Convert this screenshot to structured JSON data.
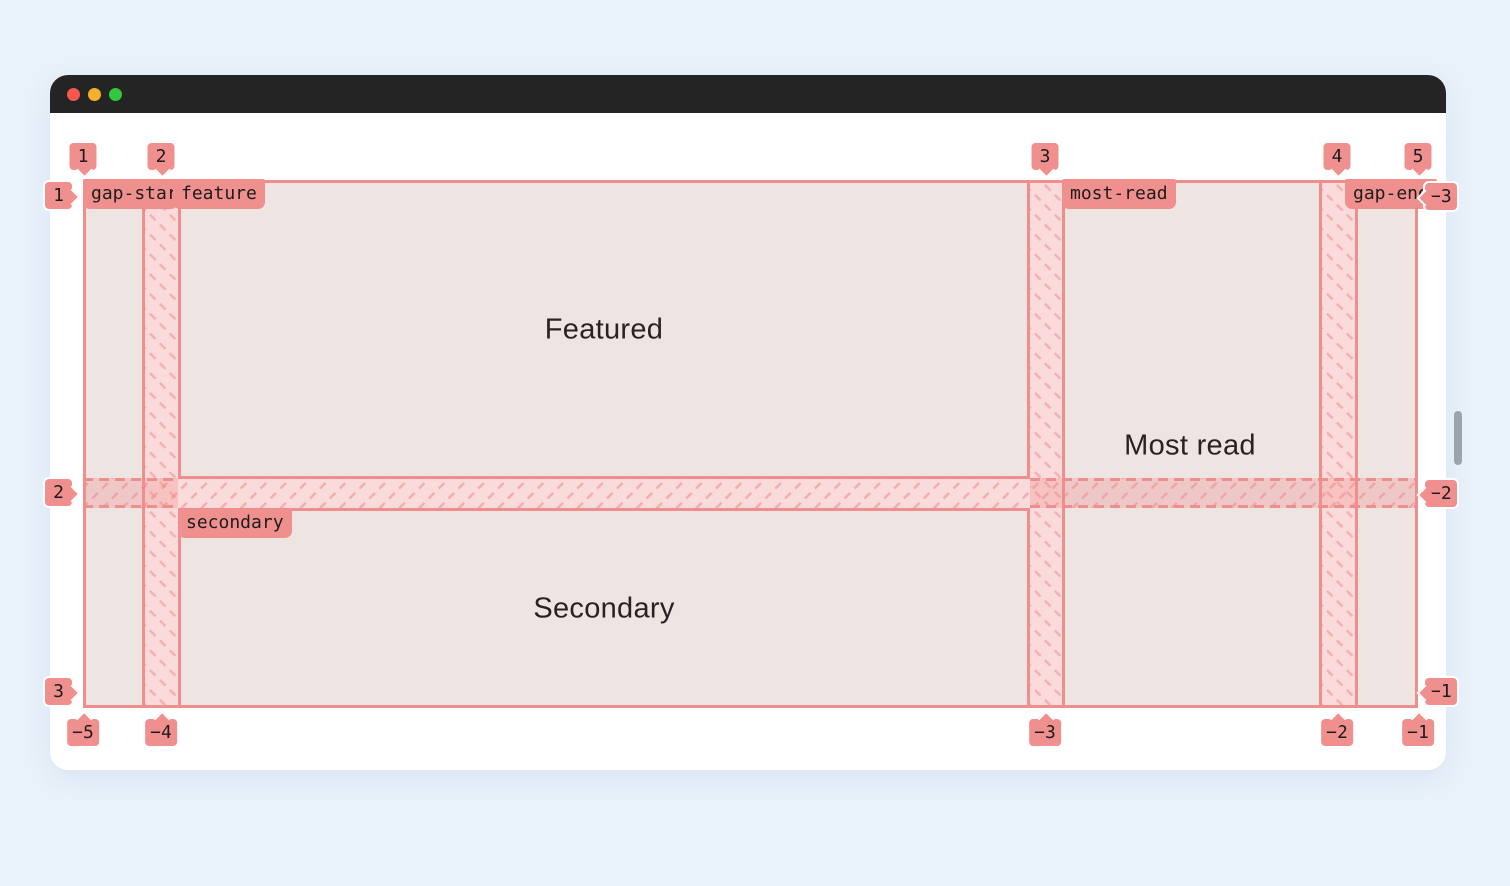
{
  "window": {
    "traffic_lights": [
      {
        "name": "close",
        "color": "#f4584f"
      },
      {
        "name": "minimize",
        "color": "#f5b02b"
      },
      {
        "name": "maximize",
        "color": "#33c63f"
      }
    ],
    "titlebar_color": "#242424"
  },
  "grid": {
    "accent_color": "#f0908e",
    "cell_fill": "#eee4e2",
    "gap_fill": "#fbdadb",
    "column_lines_top": [
      "1",
      "2",
      "3",
      "4",
      "5"
    ],
    "column_lines_bottom": [
      "−5",
      "−4",
      "−3",
      "−2",
      "−1"
    ],
    "row_lines_left": [
      "1",
      "2",
      "3"
    ],
    "row_lines_right": [
      "−3",
      "−2",
      "−1"
    ],
    "line_names": {
      "gap_start": "gap-start",
      "feature": "feature",
      "most_read": "most-read",
      "gap_end": "gap-end",
      "secondary": "secondary"
    },
    "areas": {
      "featured": "Featured",
      "most_read": "Most read",
      "secondary": "Secondary"
    }
  }
}
